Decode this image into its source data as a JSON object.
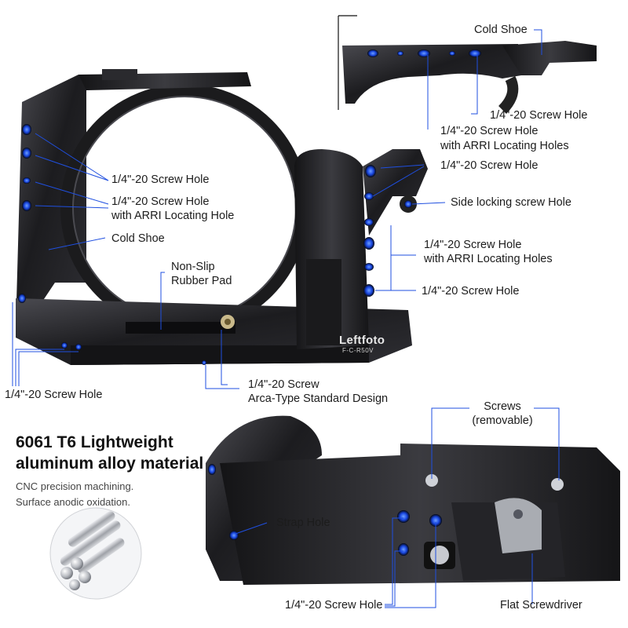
{
  "brand": "Leftfoto",
  "model": "F-C-R50V",
  "heading_line1": "6061 T6 Lightweight",
  "heading_line2": "aluminum alloy material",
  "sub_line1": "CNC precision machining.",
  "sub_line2": "Surface anodic oxidation.",
  "labels": {
    "cold_shoe_top": "Cold Shoe",
    "screw_hole_top": "1/4\"-20 Screw Hole",
    "screw_hole_arri_top_1": "1/4\"-20 Screw Hole",
    "screw_hole_arri_top_2": "with ARRI Locating Holes",
    "left_screw_hole": "1/4\"-20 Screw Hole",
    "left_arri_1": "1/4\"-20 Screw Hole",
    "left_arri_2": "with ARRI Locating Hole",
    "left_cold_shoe": "Cold Shoe",
    "rubber_pad_1": "Non-Slip",
    "rubber_pad_2": "Rubber Pad",
    "grip_screw_hole_top": "1/4\"-20 Screw Hole",
    "side_lock": "Side locking screw Hole",
    "grip_arri_1": "1/4\"-20 Screw Hole",
    "grip_arri_2": "with ARRI Locating Holes",
    "grip_screw_hole_bottom": "1/4\"-20 Screw Hole",
    "bottom_left_screw": "1/4\"-20 Screw Hole",
    "arca_1": "1/4\"-20 Screw",
    "arca_2": "Arca-Type Standard Design",
    "screws_1": "Screws",
    "screws_2": "(removable)",
    "strap_hole": "Strap Hole",
    "bottom_screw_hole": "1/4\"-20 Screw Hole",
    "flat_screwdriver": "Flat Screwdriver"
  },
  "colors": {
    "metal_dark": "#1b1b1d",
    "metal_mid": "#3a3a3e",
    "hole_blue": "#2a5cff",
    "leader_line": "#1f4fe0"
  }
}
